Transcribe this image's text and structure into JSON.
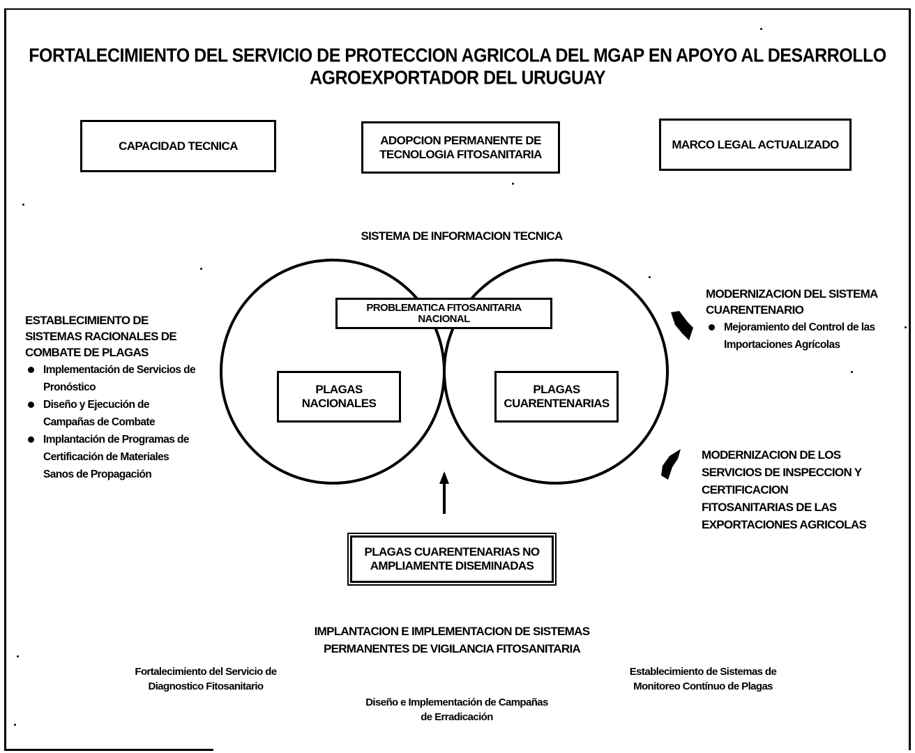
{
  "title": {
    "line1": "FORTALECIMIENTO DEL SERVICIO DE PROTECCION AGRICOLA DEL MGAP EN APOYO AL DESARROLLO",
    "line2": "AGROEXPORTADOR DEL URUGUAY"
  },
  "top_boxes": {
    "left": "CAPACIDAD TECNICA",
    "center": "ADOPCION PERMANENTE DE TECNOLOGIA FITOSANITARIA",
    "right": "MARCO LEGAL ACTUALIZADO"
  },
  "info_system": "SISTEMA DE INFORMACION TECNICA",
  "venn": {
    "problem_box": "PROBLEMATICA FITOSANITARIA NACIONAL",
    "left_set": "PLAGAS NACIONALES",
    "right_set": "PLAGAS CUARENTENARIAS",
    "intersection_box": "PLAGAS CUARENTENARIAS NO AMPLIAMENTE DISEMINADAS"
  },
  "left_panel": {
    "heading": "ESTABLECIMIENTO DE SISTEMAS RACIONALES DE COMBATE DE PLAGAS",
    "items": [
      "Implementación de Servicios de Pronóstico",
      "Diseño y Ejecución de Campañas de Combate",
      "Implantación de Programas de Certificación de Materiales Sanos de Propagación"
    ]
  },
  "right_top": {
    "heading": "MODERNIZACION DEL SISTEMA CUARENTENARIO",
    "items": [
      "Mejoramiento del Control de las Importaciones Agrícolas"
    ]
  },
  "right_bottom": {
    "heading": "MODERNIZACION DE LOS SERVICIOS DE INSPECCION Y CERTIFICACION FITOSANITARIAS DE LAS EXPORTACIONES AGRICOLAS"
  },
  "bottom": {
    "center_heading": "IMPLANTACION E IMPLEMENTACION DE SISTEMAS PERMANENTES DE VIGILANCIA FITOSANITARIA",
    "left": "Fortalecimiento del Servicio de Diagnostico Fitosanitario",
    "center": "Diseño e Implementación de Campañas de Erradicación",
    "right": "Establecimiento de Sistemas de Monitoreo Contínuo de Plagas"
  },
  "icons": [
    "pointing-hand-icon",
    "pointing-hand-icon",
    "up-arrow-icon"
  ]
}
